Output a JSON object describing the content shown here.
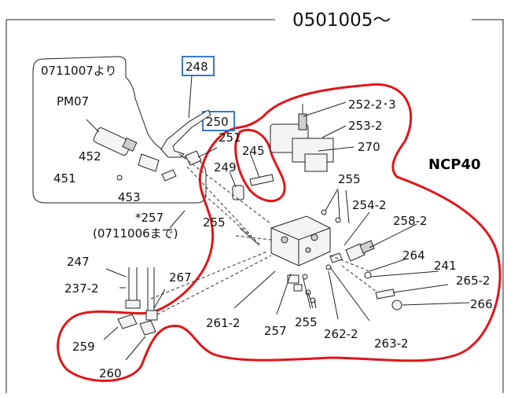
{
  "header": {
    "serial_range": "0501005～"
  },
  "variant_note": {
    "from_serial": "0711007より",
    "component": "PM07"
  },
  "circled_assembly": {
    "name": "NCP40"
  },
  "highlighted_parts": [
    "248",
    "250"
  ],
  "callouts": [
    "252-2･3",
    "253-2",
    "270",
    "251",
    "245",
    "249",
    "255",
    "254-2",
    "258-2",
    "452",
    "451",
    "453",
    "*257",
    "(0711006まで)",
    "255",
    "247",
    "237-2",
    "267",
    "264",
    "241",
    "265-2",
    "266",
    "261-2",
    "257",
    "255",
    "262-2",
    "263-2",
    "259",
    "260"
  ],
  "colors": {
    "circle": "#e0161a",
    "highlight_box": "#3a78c9",
    "ink": "#111111"
  }
}
